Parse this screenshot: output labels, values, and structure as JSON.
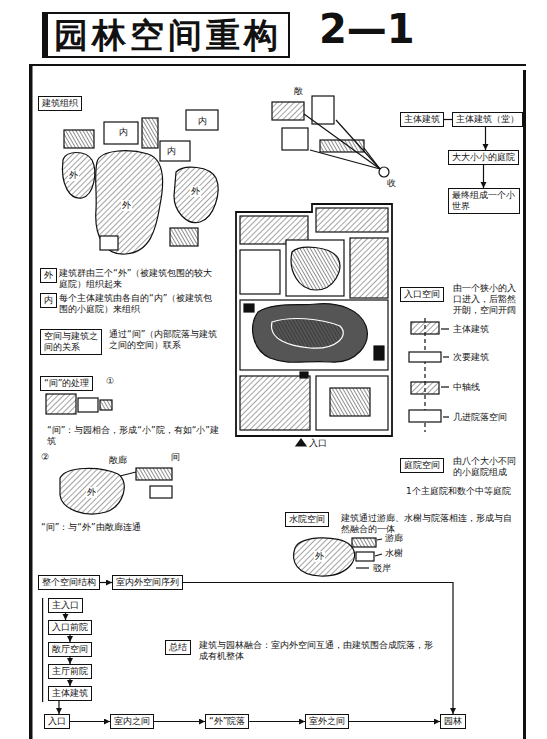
{
  "diagram": {
    "title": "园林空间重构",
    "nodes": [
      {
        "text": [
          "建筑组织"
        ]
      },
      {
        "text": [
          "外"
        ]
      },
      {
        "text": [
          "内"
        ]
      },
      {
        "text": [
          "空间与建筑之间的关系"
        ]
      },
      {
        "text": [
          "“间”的处理"
        ]
      },
      {
        "text": [
          "整个空间结构"
        ]
      },
      {
        "text": [
          "室内外空间序列"
        ]
      },
      {
        "text": [
          "主体建筑"
        ]
      },
      {
        "text": [
          "入口空间"
        ]
      },
      {
        "text": [
          "庭院空间"
        ]
      },
      {
        "text": [
          "水院空间"
        ]
      },
      {
        "text": [
          "总结"
        ]
      },
      {
        "text": [
          "主入口"
        ]
      },
      {
        "text": [
          "入口前院"
        ]
      },
      {
        "text": [
          "敞厅空间"
        ]
      },
      {
        "text": [
          "主厅前院"
        ]
      },
      {
        "text": [
          "主体建筑"
        ]
      },
      {
        "text": [
          "入口"
        ]
      },
      {
        "text": [
          "室内之间"
        ]
      },
      {
        "text": [
          "“外”院落"
        ]
      },
      {
        "text": [
          "室外之间"
        ]
      },
      {
        "text": [
          "园林"
        ]
      },
      {
        "text": [
          "主体建筑（堂）"
        ]
      },
      {
        "text": [
          "大大小小的庭院"
        ]
      },
      {
        "text": [
          "最终组成一个小世界"
        ]
      }
    ],
    "edges": [
      {
        "from": 5,
        "to": 6,
        "arrow": "to"
      },
      {
        "from": 6,
        "to": 21,
        "arrow": "to"
      },
      {
        "from": 12,
        "to": 13,
        "arrow": "to"
      },
      {
        "from": 13,
        "to": 14,
        "arrow": "to"
      },
      {
        "from": 14,
        "to": 15,
        "arrow": "to"
      },
      {
        "from": 15,
        "to": 16,
        "arrow": "to"
      },
      {
        "from": 16,
        "to": 17,
        "arrow": "to"
      },
      {
        "from": 17,
        "to": 18,
        "arrow": "to"
      },
      {
        "from": 18,
        "to": 19,
        "arrow": "to"
      },
      {
        "from": 19,
        "to": 20,
        "arrow": "to"
      },
      {
        "from": 20,
        "to": 21,
        "arrow": "to"
      },
      {
        "from": 7,
        "to": 22,
        "arrow": "none"
      },
      {
        "from": 22,
        "to": 23,
        "arrow": "to"
      },
      {
        "from": 23,
        "to": 24,
        "arrow": "to"
      }
    ],
    "labels": [
      "2—1",
      "内",
      "内",
      "内",
      "外",
      "外",
      "外",
      "建筑群由三个“外”（被建筑包围的较大庭院）组织起来",
      "每个主体建筑由各自的“内”（被建筑包围的小庭院）来组织",
      "通过“间”（内部院落与建筑之间的空间）联系",
      "①",
      "“间”：与园相合，形成“小”院，有如“小”建筑",
      "②",
      "敞廊",
      "间",
      "外",
      "“间”：与“外”由敞廊连通",
      "敞",
      "收",
      "入口",
      "由一个狭小的入口进入，后豁然开朗，空间开阔",
      "主体建筑",
      "次要建筑",
      "中轴线",
      "几进院落空间",
      "由八个大小不同的小庭院组成",
      "1个主庭院和数个中等庭院",
      "建筑通过游廊、水榭与院落相连，形成与自然融合的一体",
      "外",
      "游廊",
      "水榭",
      "驳岸",
      "建筑与园林融合：室内外空间互通，由建筑围合成院落，形成有机整体"
    ]
  }
}
